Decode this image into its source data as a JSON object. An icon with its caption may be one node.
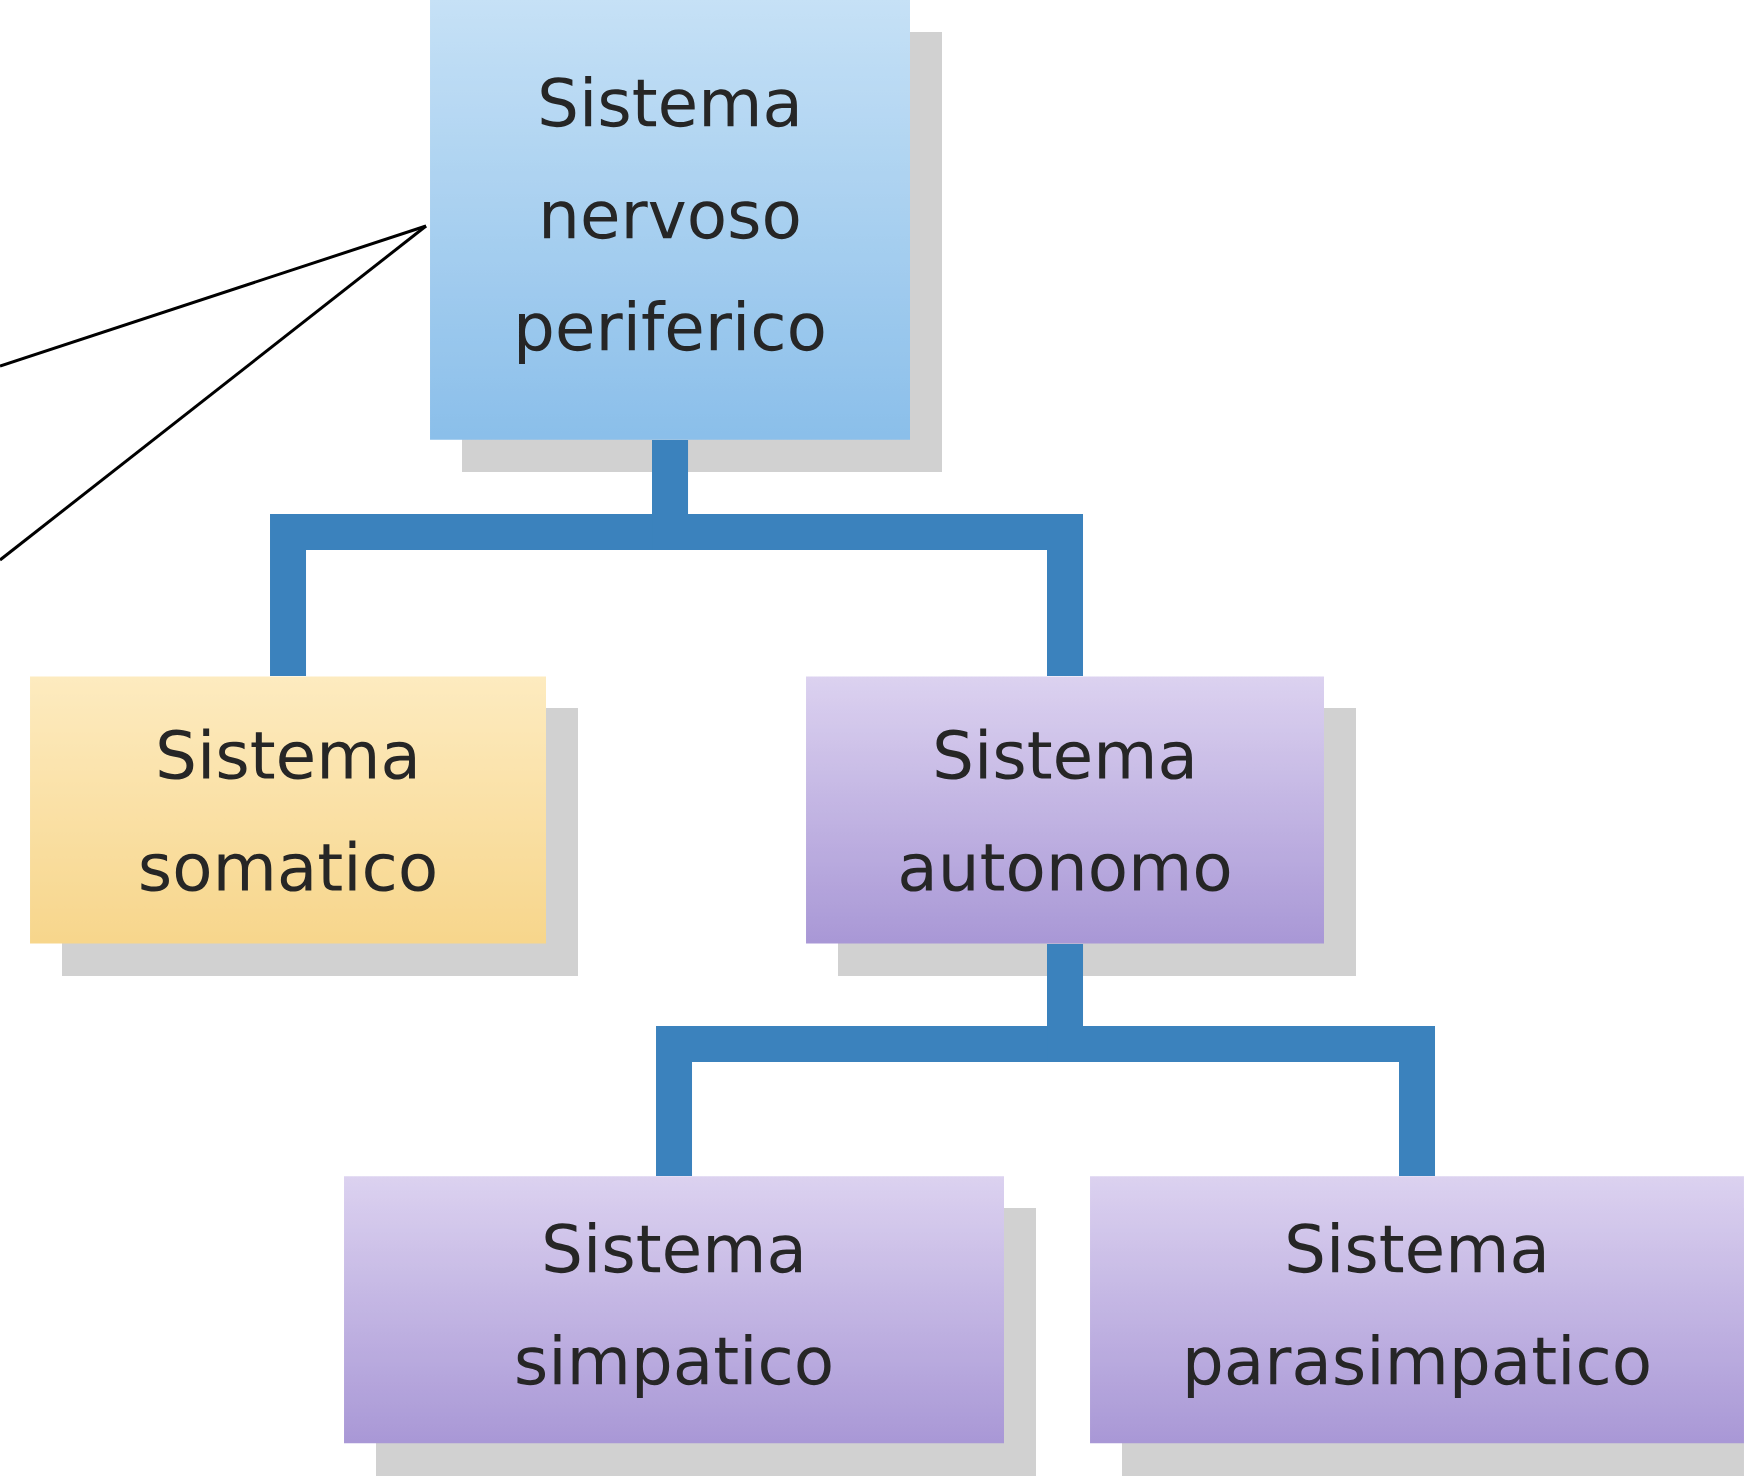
{
  "diagram": {
    "nodes": [
      {
        "text": [
          "Sistema nervoso periferico"
        ]
      },
      {
        "text": [
          "Sistema somatico"
        ]
      },
      {
        "text": [
          "Sistema autonomo"
        ]
      },
      {
        "text": [
          "Sistema simpatico"
        ]
      },
      {
        "text": [
          "Sistema parasimpatico"
        ]
      }
    ],
    "edges": [
      {
        "from": 0,
        "to": 1,
        "arrow": "none"
      },
      {
        "from": 0,
        "to": 2,
        "arrow": "none"
      },
      {
        "from": 2,
        "to": 3,
        "arrow": "none"
      },
      {
        "from": 2,
        "to": 4,
        "arrow": "none"
      },
      {
        "from": null,
        "to": 0,
        "arrow": "none",
        "color": "#000000"
      },
      {
        "from": null,
        "to": 0,
        "arrow": "none",
        "color": "#000000"
      }
    ]
  }
}
